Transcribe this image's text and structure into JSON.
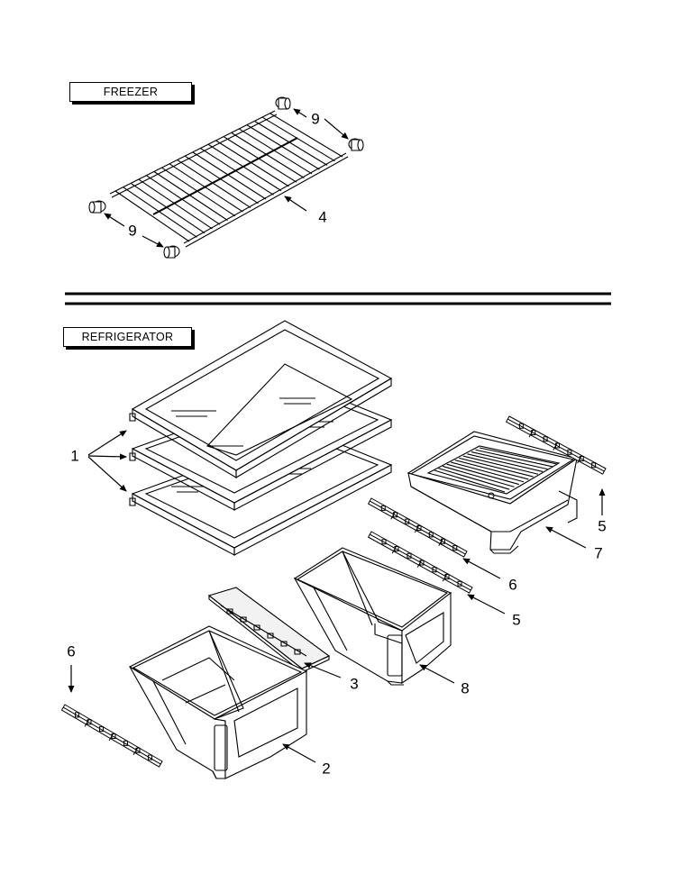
{
  "sections": {
    "freezer": "FREEZER",
    "refrigerator": "REFRIGERATOR"
  },
  "callouts": [
    {
      "id": "c9a",
      "text": "9"
    },
    {
      "id": "c9b",
      "text": "9"
    },
    {
      "id": "c4",
      "text": "4"
    },
    {
      "id": "c1",
      "text": "1"
    },
    {
      "id": "c5a",
      "text": "5"
    },
    {
      "id": "c7",
      "text": "7"
    },
    {
      "id": "c6a",
      "text": "6"
    },
    {
      "id": "c5b",
      "text": "5"
    },
    {
      "id": "c6b",
      "text": "6"
    },
    {
      "id": "c3",
      "text": "3"
    },
    {
      "id": "c8",
      "text": "8"
    },
    {
      "id": "c2",
      "text": "2"
    }
  ]
}
